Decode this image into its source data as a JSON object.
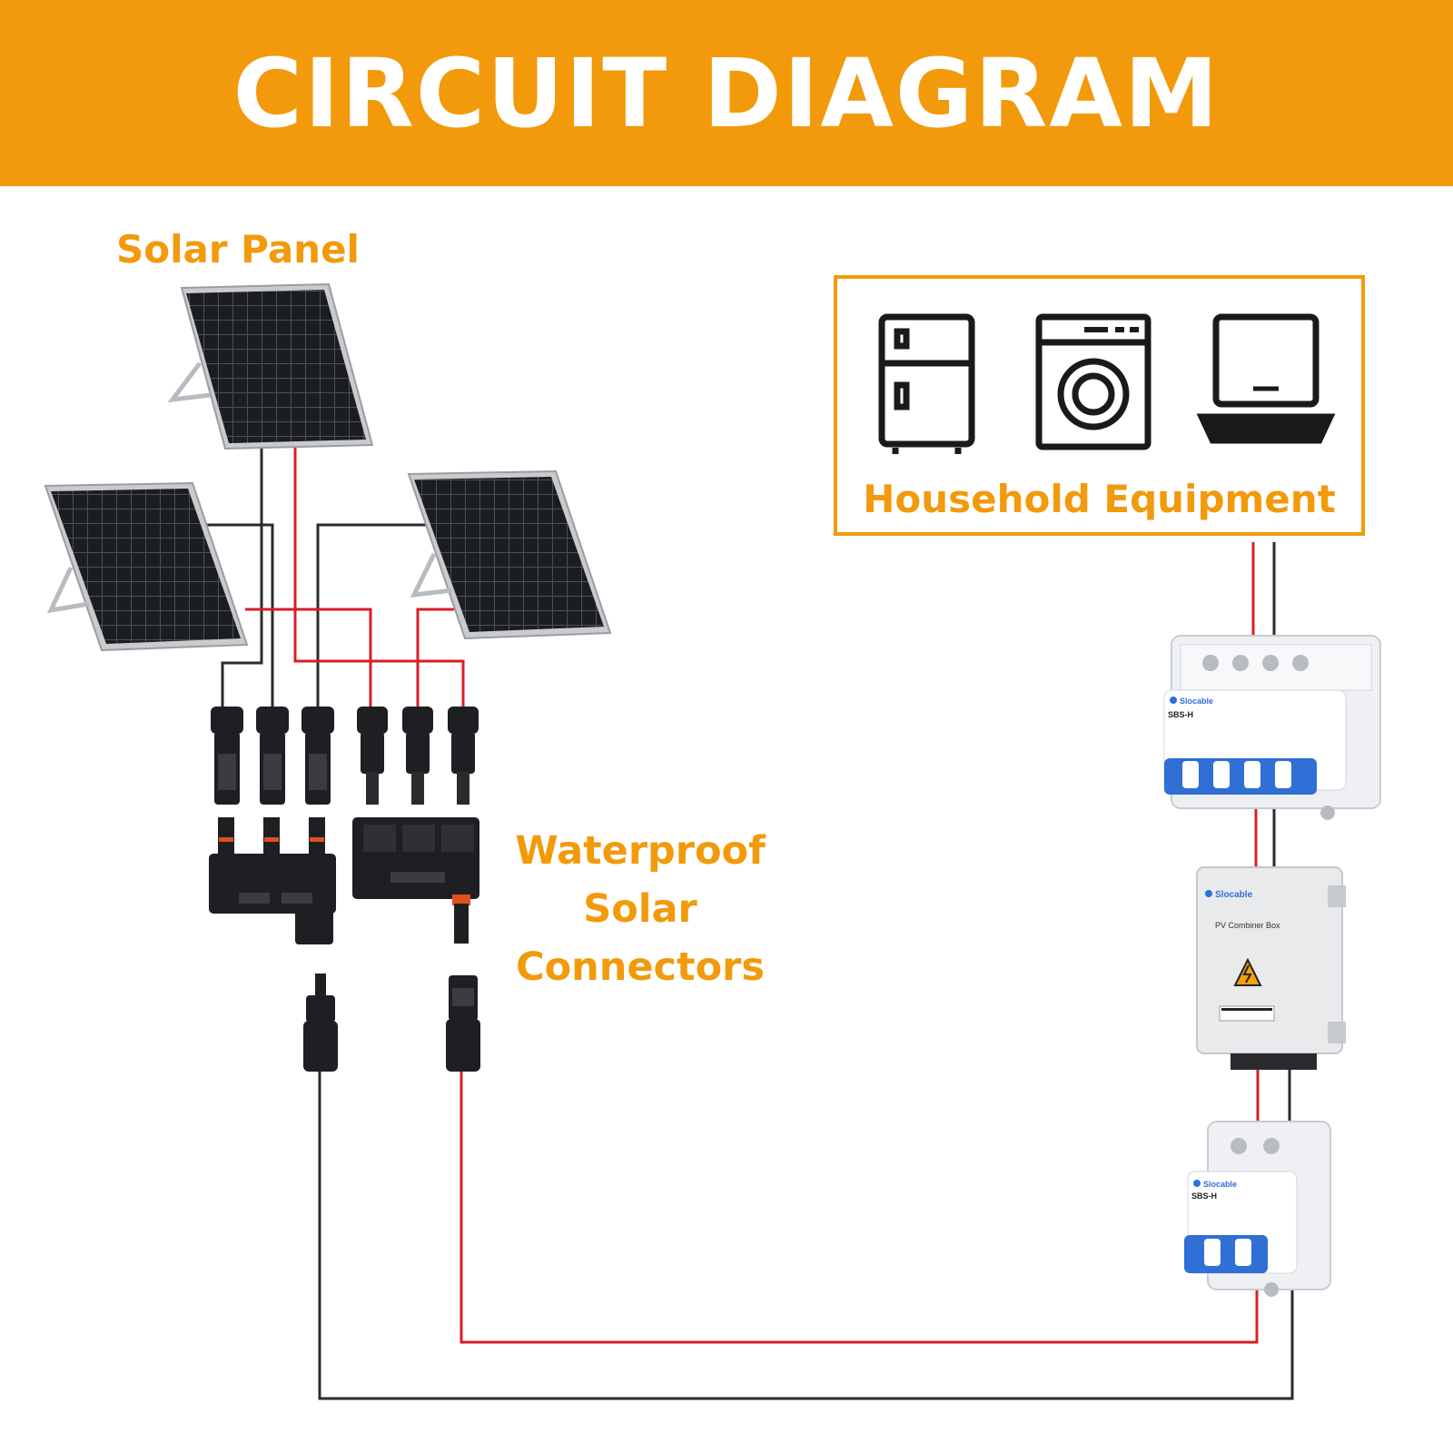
{
  "header": {
    "title": "CIRCUIT DIAGRAM"
  },
  "labels": {
    "solar_panel": "Solar Panel",
    "connectors": [
      "Waterproof",
      "Solar",
      "Connectors"
    ],
    "household_equipment": "Household Equipment"
  },
  "devices": {
    "breaker_brand": "Slocable",
    "breaker_model": "SBS-H",
    "combiner_brand": "Slocable",
    "combiner_title": "PV Combiner Box"
  },
  "icons": [
    "refrigerator-icon",
    "washing-machine-icon",
    "laptop-icon"
  ],
  "colors": {
    "accent": "#f29a0c",
    "positive_wire": "#d81e27",
    "negative_wire": "#2b2b2b",
    "breaker_handle": "#2f6fd6"
  }
}
